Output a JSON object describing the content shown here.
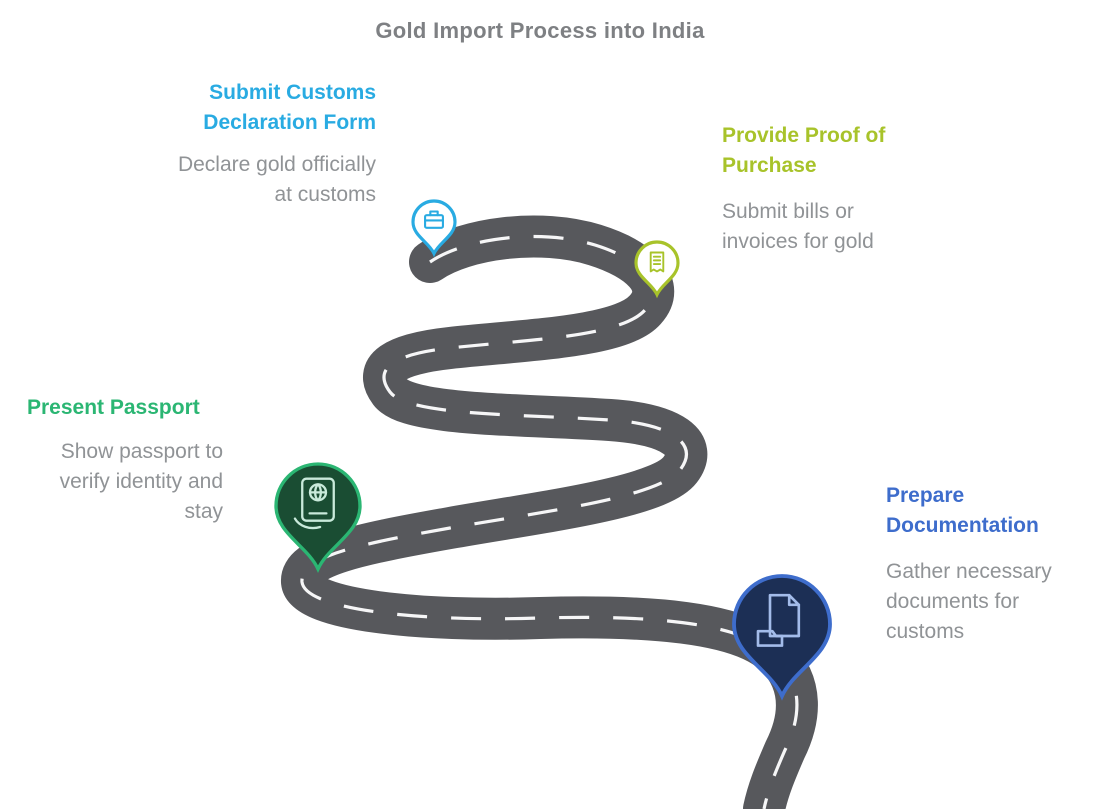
{
  "title": "Gold Import Process into India",
  "colors": {
    "title_text": "#7e8083",
    "description_text": "#909396",
    "road": "#57585c",
    "road_dash": "#ffffff",
    "background": "#ffffff"
  },
  "steps": [
    {
      "id": 1,
      "label": "Submit Customs Declaration Form",
      "description": "Declare gold officially at customs",
      "color": "#29abe2",
      "pin": {
        "icon": "customs-declaration-briefcase-icon",
        "fill": "#ffffff",
        "stroke": "#29abe2",
        "icon_color": "#29abe2"
      }
    },
    {
      "id": 2,
      "label": "Provide Proof of Purchase",
      "description": "Submit bills or invoices for gold",
      "color": "#a8c32a",
      "pin": {
        "icon": "receipt-invoice-icon",
        "fill": "#ffffff",
        "stroke": "#a8c32a",
        "icon_color": "#a8c32a"
      }
    },
    {
      "id": 3,
      "label": "Present Passport",
      "description": "Show passport to verify identity and stay",
      "color": "#2bb673",
      "pin": {
        "icon": "passport-icon",
        "fill": "#1a4d33",
        "stroke": "#2bb673",
        "icon_color": "#c9eadb"
      }
    },
    {
      "id": 4,
      "label": "Prepare Documentation",
      "description": "Gather necessary documents for customs",
      "color": "#3e6dcc",
      "pin": {
        "icon": "documents-icon",
        "fill": "#1c2f55",
        "stroke": "#3e6dcc",
        "icon_color": "#a3bcea"
      }
    }
  ]
}
